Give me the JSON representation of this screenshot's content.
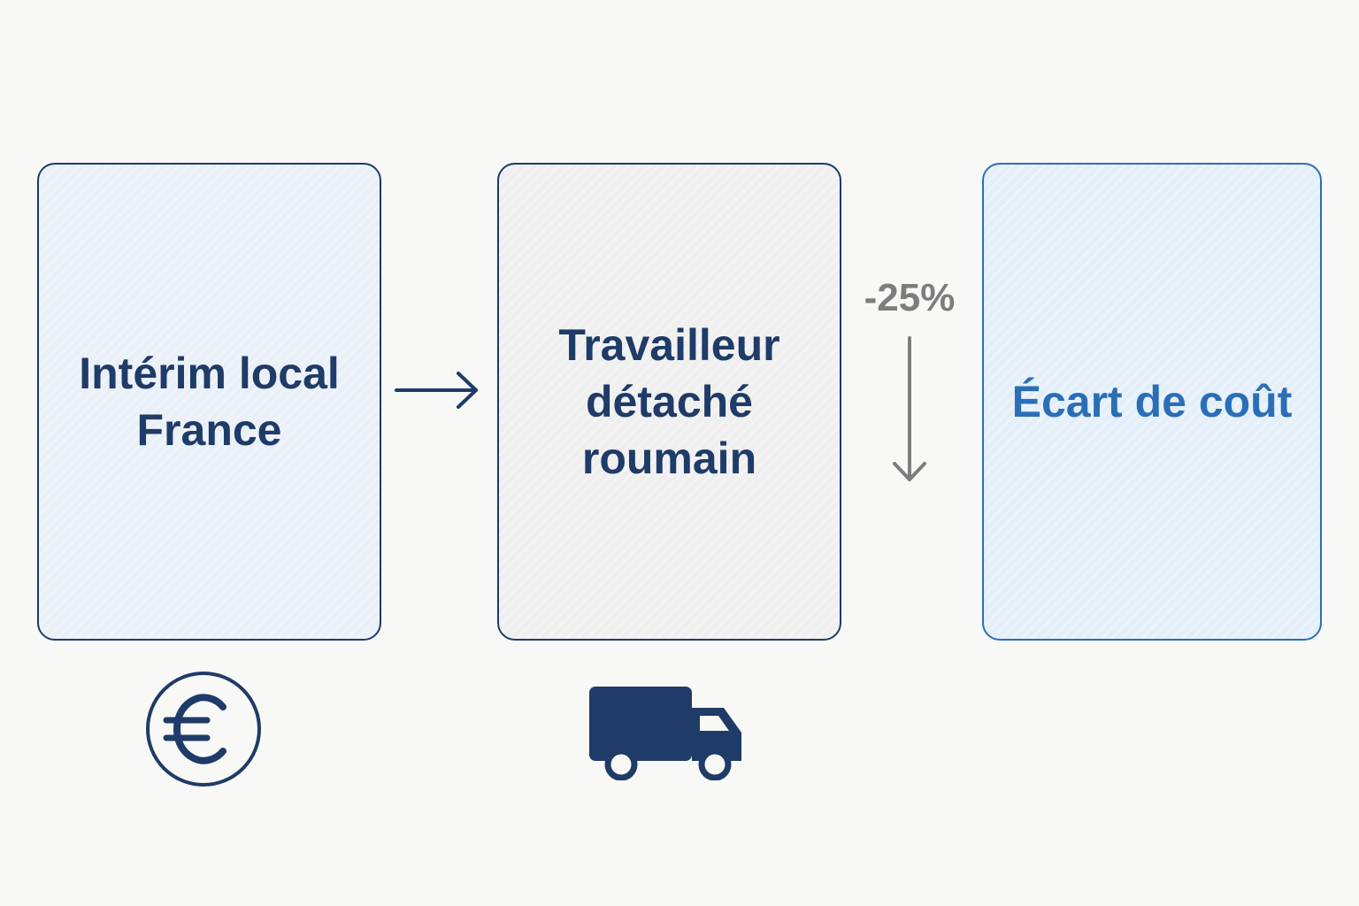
{
  "panels": {
    "local": {
      "line1": "Intérim local",
      "line2": "France"
    },
    "detached": {
      "line1": "Travailleur",
      "line2": "détaché roumain"
    },
    "gap": {
      "line1": "Écart de coût"
    }
  },
  "change": {
    "label": "-25%"
  },
  "icons": {
    "euro": "euro-icon",
    "truck": "truck-icon",
    "arrow_right": "arrow-right-icon",
    "arrow_down": "arrow-down-icon"
  },
  "colors": {
    "navy": "#1f3b67",
    "blue": "#2a6fb6",
    "gray": "#7d7d7d",
    "background": "#f8f8f6"
  }
}
